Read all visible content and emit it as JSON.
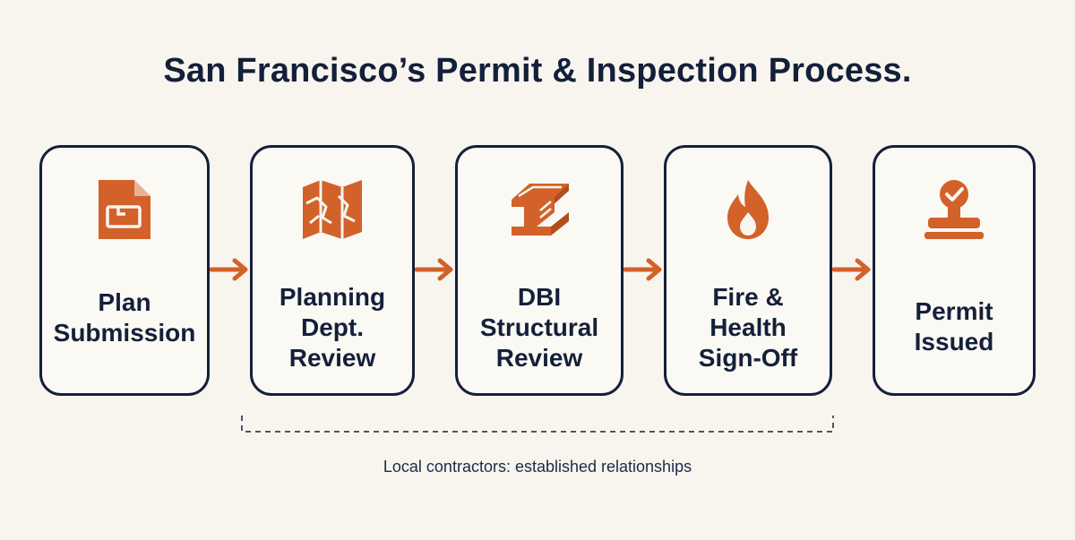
{
  "title": "San Francisco’s Permit & Inspection Process.",
  "colors": {
    "accent": "#d2612a",
    "ink": "#14203a",
    "background": "#f8f5ef"
  },
  "steps": [
    {
      "icon": "document-icon",
      "lines": [
        "Plan",
        "Submission"
      ]
    },
    {
      "icon": "map-icon",
      "lines": [
        "Planning",
        "Dept.",
        "Review"
      ]
    },
    {
      "icon": "steel-beam-icon",
      "lines": [
        "DBI",
        "Structural",
        "Review"
      ]
    },
    {
      "icon": "flame-icon",
      "lines": [
        "Fire &",
        "Health",
        "Sign-Off"
      ]
    },
    {
      "icon": "approval-stamp-icon",
      "lines": [
        "Permit",
        "Issued"
      ]
    }
  ],
  "bracket_note": "Local contractors: established relationships"
}
